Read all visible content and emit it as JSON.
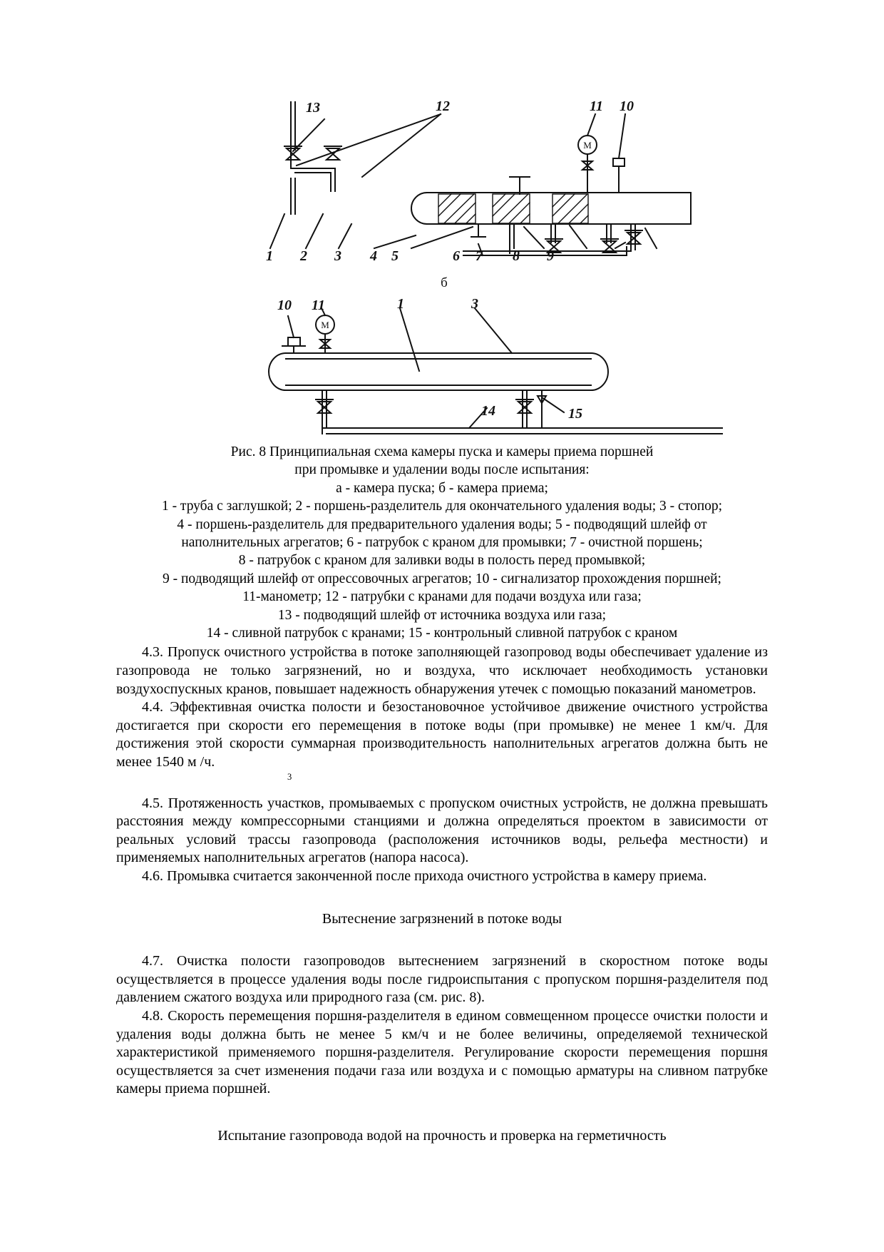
{
  "figure": {
    "top_diagram": {
      "sub_label": "б",
      "callouts_top": [
        "13",
        "12",
        "11",
        "10"
      ],
      "callouts_bottom": [
        "1",
        "2",
        "3",
        "4",
        "5",
        "6",
        "7",
        "8",
        "9"
      ],
      "gauge_glyph": "M"
    },
    "bottom_diagram": {
      "sub_label": "",
      "callouts_top": [
        "10",
        "11",
        "1",
        "3"
      ],
      "callouts_bottom": [
        "14",
        "15"
      ],
      "gauge_glyph": "M"
    }
  },
  "caption": {
    "lines": [
      "Рис. 8  Принципиальная схема камеры пуска и камеры приема поршней",
      "при промывке и удалении воды после испытания:",
      "а - камера пуска; б - камера приема;",
      "1 - труба с заглушкой; 2 - поршень-разделитель для окончательного удаления воды; 3 - стопор;",
      "4 - поршень-разделитель для предварительного удаления воды; 5 - подводящий шлейф от",
      "наполнительных агрегатов; 6 - патрубок с краном для промывки; 7 - очистной поршень;",
      "8 - патрубок с краном для заливки воды в полость перед промывкой;",
      "9 - подводящий шлейф от опрессовочных агрегатов; 10 - сигнализатор прохождения поршней;",
      "11-манометр; 12 - патрубки с кранами для подачи воздуха или газа;",
      "13 - подводящий шлейф от источника воздуха или газа;",
      "14 - сливной патрубок с кранами; 15 - контрольный сливной патрубок с краном"
    ]
  },
  "body": {
    "p43": "4.3. Пропуск очистного устройства в потоке заполняющей газопровод воды обеспечивает удаление из газопровода не только загрязнений, но и воздуха, что исключает необходимость установки воздухоспускных кранов, повышает надежность обнаружения утечек с помощью показаний манометров.",
    "p44": "4.4. Эффективная очистка полости и безостановочное устойчивое движение очистного устройства достигается при скорости его перемещения в потоке воды (при промывке) не менее 1 км/ч. Для достижения этой скорости суммарная производительность наполнительных агрегатов должна быть не менее 1540 м  /ч.",
    "p44_superscript": "3",
    "p45": "4.5. Протяженность участков, промываемых с пропуском очистных устройств, не должна превышать расстояния между компрессорными станциями и должна определяться проектом в зависимости от реальных условий трассы газопровода (расположения источников воды, рельефа местности) и применяемых наполнительных агрегатов (напора насоса).",
    "p46": "4.6. Промывка считается законченной после прихода очистного устройства в камеру приема.",
    "heading1": "Вытеснение загрязнений в потоке воды",
    "p47": "4.7. Очистка полости газопроводов вытеснением загрязнений в скоростном потоке воды осуществляется в процессе удаления воды после гидроиспытания с пропуском поршня-разделителя под давлением сжатого воздуха или природного газа (см. рис. 8).",
    "p48": "4.8. Скорость перемещения поршня-разделителя в едином совмещенном процессе очистки полости и удаления воды должна быть не менее 5 км/ч и не более величины, определяемой технической характеристикой применяемого поршня-разделителя. Регулирование скорости перемещения поршня осуществляется за счет изменения подачи газа или воздуха и с помощью арматуры на сливном патрубке камеры приема поршней.",
    "heading2": "Испытание газопровода водой на прочность и проверка на герметичность"
  }
}
